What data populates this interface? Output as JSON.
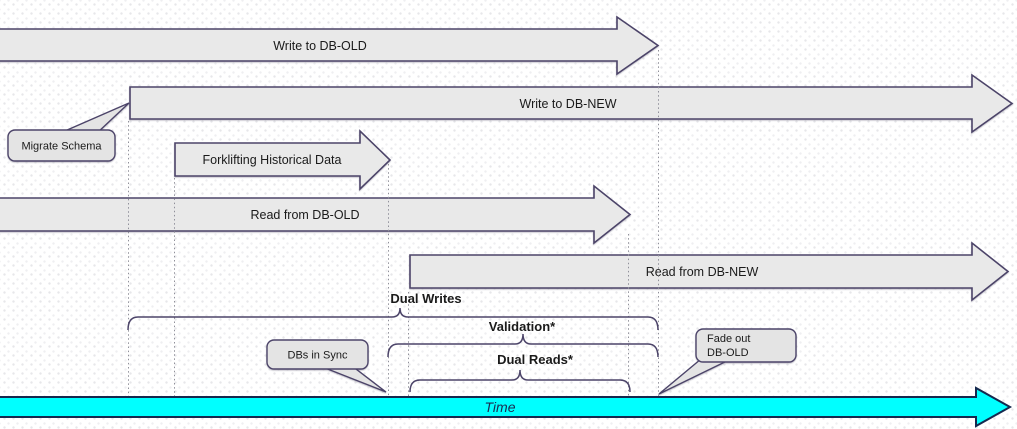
{
  "arrows": {
    "write_old": {
      "label": "Write to DB-OLD"
    },
    "write_new": {
      "label": "Write to DB-NEW"
    },
    "forklift": {
      "label": "Forklifting Historical Data"
    },
    "read_old": {
      "label": "Read from DB-OLD"
    },
    "read_new": {
      "label": "Read from DB-NEW"
    }
  },
  "braces": {
    "dual_writes": {
      "label": "Dual Writes"
    },
    "validation": {
      "label": "Validation*"
    },
    "dual_reads": {
      "label": "Dual Reads*"
    }
  },
  "callouts": {
    "migrate_schema": {
      "label": "Migrate Schema"
    },
    "dbs_in_sync": {
      "label": "DBs in Sync"
    },
    "fade_out": {
      "line1": "Fade out",
      "line2": "DB-OLD"
    }
  },
  "timeline": {
    "label": "Time"
  },
  "colors": {
    "arrow_fill": "#e9e9e9",
    "arrow_stroke": "#4c4469",
    "callout_fill": "#e4e4e4",
    "time_fill": "#00ffff",
    "time_stroke": "#15294e",
    "dotted_line": "#90909a",
    "text": "#1a1a1a"
  }
}
